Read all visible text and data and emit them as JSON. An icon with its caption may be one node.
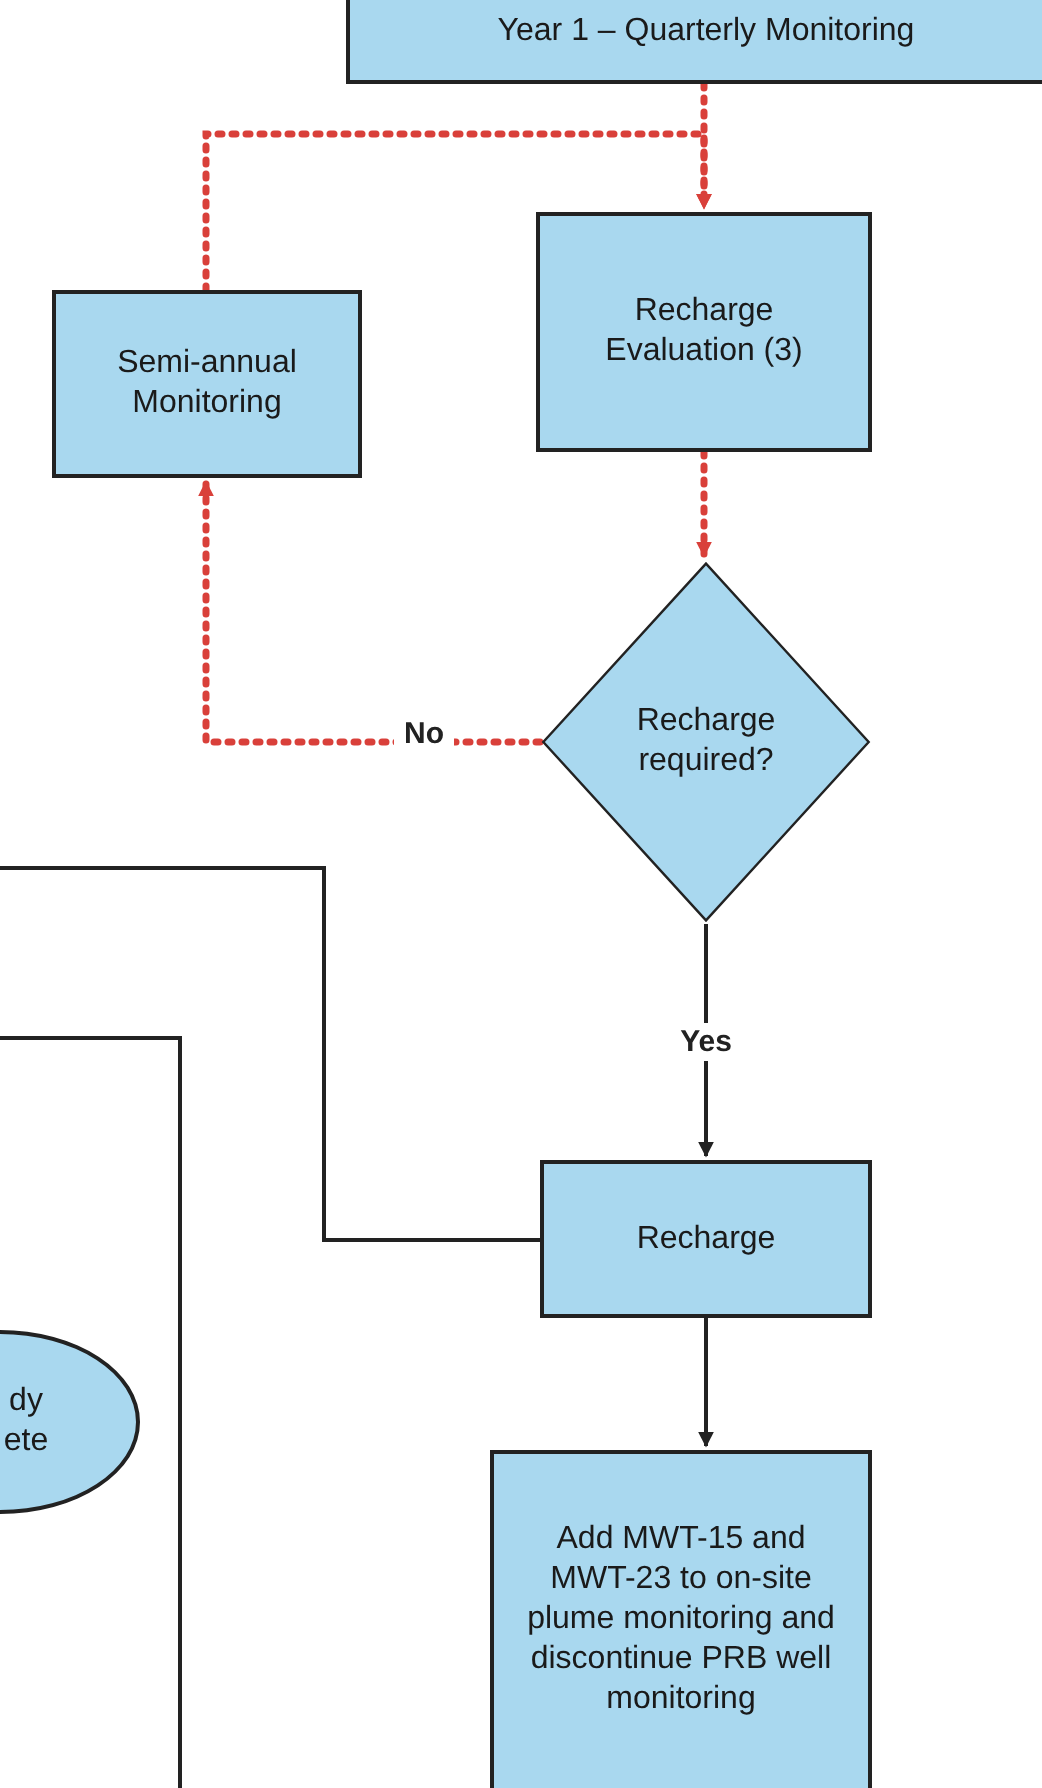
{
  "diagram": {
    "nodes": [
      {
        "text": [
          "Year 1 – Quarterly Monitoring"
        ]
      },
      {
        "text": [
          "Semi-annual Monitoring"
        ]
      },
      {
        "text": [
          "Recharge Evaluation (3)"
        ]
      },
      {
        "text": [
          "Recharge required?"
        ]
      },
      {
        "text": [
          "Recharge"
        ]
      },
      {
        "text": [
          "Add MWT-15 and MWT-23 to on-site plume monitoring and discontinue PRB well monitoring"
        ]
      },
      {
        "text": [
          "dy ete"
        ]
      }
    ],
    "edges": [
      {
        "from": 0,
        "to": 2,
        "arrow": "to",
        "style": "dashed"
      },
      {
        "from": 1,
        "to": 2,
        "arrow": "to",
        "style": "dashed"
      },
      {
        "from": 2,
        "to": 3,
        "arrow": "to",
        "style": "dashed"
      },
      {
        "from": 3,
        "to": 1,
        "arrow": "to",
        "label": "No",
        "style": "dashed"
      },
      {
        "from": 3,
        "to": 4,
        "arrow": "to",
        "label": "Yes",
        "color": "#222222"
      },
      {
        "from": 4,
        "to": 5,
        "arrow": "to",
        "color": "#222222"
      },
      {
        "from": null,
        "to": 4,
        "arrow": "none",
        "color": "#222222"
      }
    ]
  }
}
